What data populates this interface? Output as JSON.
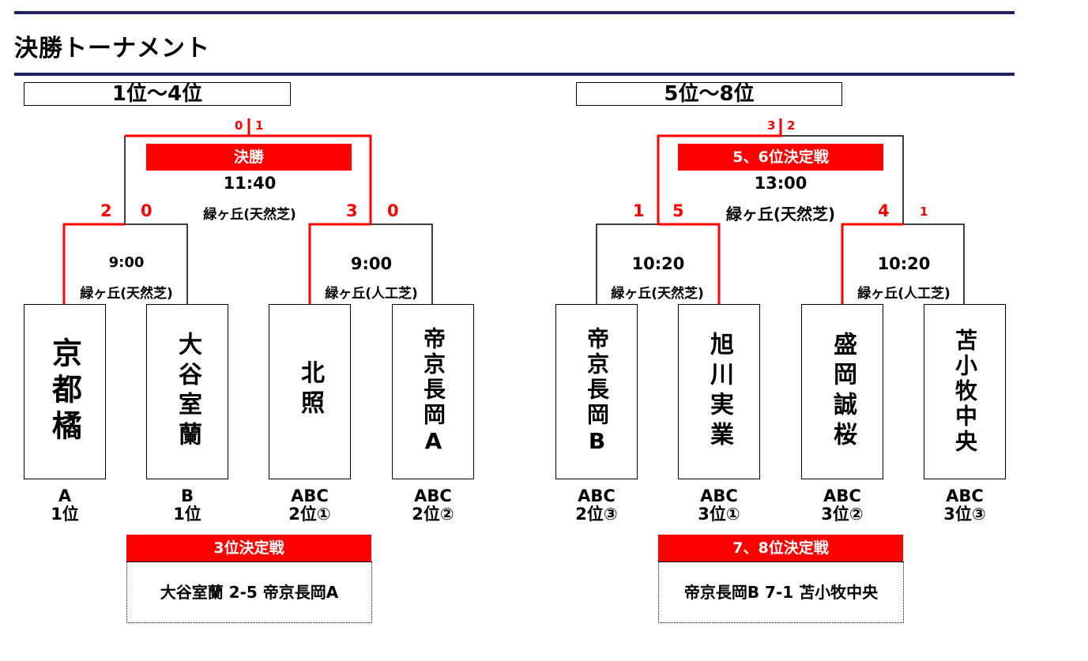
{
  "page_title": "決勝トーナメント",
  "colors": {
    "navy": "#1f2061",
    "winner_red": "#ff0000",
    "line_black": "#000000"
  },
  "left": {
    "heading": "1位～4位",
    "final": {
      "banner": "決勝",
      "time": "11:40",
      "venue": "緑ヶ丘(天然芝)",
      "score_left": "0",
      "score_right": "1"
    },
    "semi1": {
      "time": "9:00",
      "venue": "緑ヶ丘(天然芝)",
      "score_left": "2",
      "score_right": "0"
    },
    "semi2": {
      "time": "9:00",
      "venue": "緑ヶ丘(人工芝)",
      "score_left": "3",
      "score_right": "0"
    },
    "teams": [
      {
        "name": "京都橘",
        "qual": "A\n1位"
      },
      {
        "name": "大谷室蘭",
        "qual": "B\n1位"
      },
      {
        "name": "北照",
        "qual": "ABC\n2位①"
      },
      {
        "name": "帝京長岡A",
        "qual": "ABC\n2位②"
      }
    ],
    "playoff": {
      "banner": "3位決定戦",
      "result": "大谷室蘭 2-5 帝京長岡A"
    }
  },
  "right": {
    "heading": "5位～8位",
    "final": {
      "banner": "5、6位決定戦",
      "time": "13:00",
      "venue": "緑ヶ丘(天然芝)",
      "score_left": "3",
      "score_right": "2"
    },
    "semi1": {
      "time": "10:20",
      "venue": "緑ヶ丘(天然芝)",
      "score_left": "1",
      "score_right": "5"
    },
    "semi2": {
      "time": "10:20",
      "venue": "緑ヶ丘(人工芝)",
      "score_left": "4",
      "score_right": "1"
    },
    "teams": [
      {
        "name": "帝京長岡B",
        "qual": "ABC\n2位③"
      },
      {
        "name": "旭川実業",
        "qual": "ABC\n3位①"
      },
      {
        "name": "盛岡誠桜",
        "qual": "ABC\n3位②"
      },
      {
        "name": "苫小牧中央",
        "qual": "ABC\n3位③"
      }
    ],
    "playoff": {
      "banner": "7、8位決定戦",
      "result": "帝京長岡B 7-1 苫小牧中央"
    }
  }
}
